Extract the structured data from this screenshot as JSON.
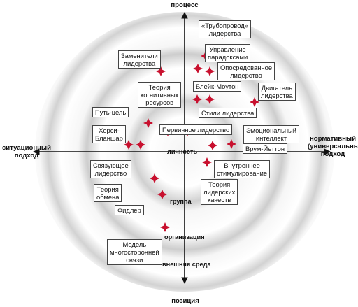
{
  "axes": {
    "top": "процесс",
    "bottom": "позиция",
    "left": [
      "ситуационный",
      "подход"
    ],
    "right": [
      "нормативный",
      "(универсальный)",
      "подход"
    ]
  },
  "rings": {
    "center": "личность",
    "ring1": "группа",
    "ring2": "организация",
    "ring3": "внешняя среда"
  },
  "theories": [
    [
      "«Трубопровод»",
      "лидерства"
    ],
    [
      "Управление",
      "парадоксами"
    ],
    [
      "Опосредованное",
      "лидерство"
    ],
    [
      "Заменители",
      "лидерства"
    ],
    [
      "Блейк-Моутон"
    ],
    [
      "Двигатель",
      "лидерства"
    ],
    [
      "Теория",
      "когнитивных",
      "ресурсов"
    ],
    [
      "Стили лидерства"
    ],
    [
      "Путь-цель"
    ],
    [
      "Первичное лидерство"
    ],
    [
      "Эмоциональный",
      "интеллект"
    ],
    [
      "Херси-",
      "Бланшар"
    ],
    [
      "Врум-Йеттон"
    ],
    [
      "Связующее",
      "лидерство"
    ],
    [
      "Внутреннее",
      "стимулирование"
    ],
    [
      "Теория",
      "обмена"
    ],
    [
      "Теория",
      "лидерских",
      "качеств"
    ],
    [
      "Фидлер"
    ],
    [
      "Модель",
      "многосторонней",
      "связи"
    ]
  ],
  "colors": {
    "star": "#c8102e",
    "line": "#111111",
    "ring_dark": "#cfcfcf",
    "ring_light": "#fafafa"
  }
}
